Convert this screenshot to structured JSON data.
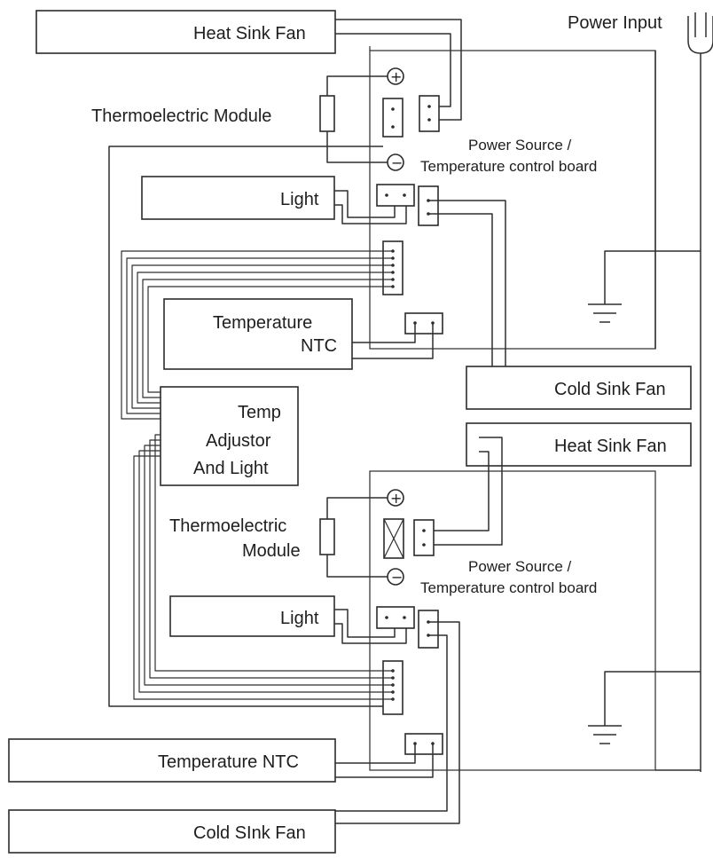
{
  "labels": {
    "power_input": "Power Input",
    "top_heat_sink_fan": "Heat Sink Fan",
    "top_thermoelectric_module": "Thermoelectric Module",
    "top_board": [
      "Power Source /",
      "Temperature control board"
    ],
    "top_light": "Light",
    "top_temperature": [
      "Temperature",
      "NTC"
    ],
    "top_cold_sink_fan": "Cold Sink Fan",
    "temp_adjustor": [
      "Temp",
      "Adjustor",
      "And Light"
    ],
    "bottom_heat_sink_fan": "Heat Sink Fan",
    "bottom_thermoelectric_module": [
      "Thermoelectric",
      "Module"
    ],
    "bottom_board": [
      "Power Source /",
      "Temperature control board"
    ],
    "bottom_light": "Light",
    "bottom_temperature_ntc": "Temperature NTC",
    "bottom_cold_sink_fan": "Cold SInk Fan",
    "plus_symbol": "+",
    "minus_symbol": "−"
  },
  "colors": {
    "line": "#2b2b2b",
    "background": "#ffffff"
  }
}
